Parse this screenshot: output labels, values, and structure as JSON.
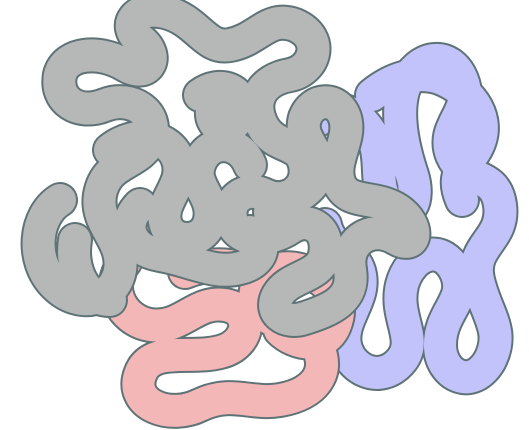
{
  "image": {
    "subject": "protein-ribbon-trace",
    "background": "#ffffff",
    "chains": [
      {
        "name": "chain-gray",
        "fill": "#b5b8b7",
        "outline": "#5f7376"
      },
      {
        "name": "chain-pink",
        "fill": "#f4b7b8",
        "outline": "#5f7376"
      },
      {
        "name": "chain-lavender",
        "fill": "#c2c3fb",
        "outline": "#5f7376"
      }
    ]
  }
}
